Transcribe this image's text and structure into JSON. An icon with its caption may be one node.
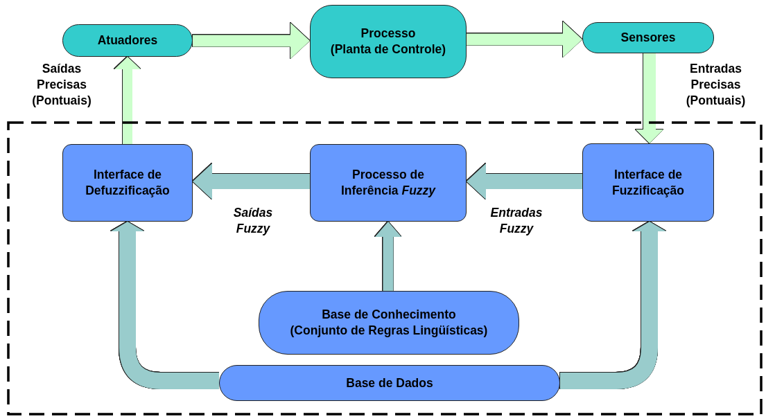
{
  "diagram": {
    "nodes": [
      {
        "text": [
          "Atuadores"
        ]
      },
      {
        "text": [
          "Processo (Planta de Controle)"
        ]
      },
      {
        "text": [
          "Sensores"
        ]
      },
      {
        "text": [],
        "shape": "box"
      },
      {
        "text": [
          "Interface de Defuzzificação"
        ],
        "in": 3
      },
      {
        "text": [
          "Processo de Inferência *Fuzzy*"
        ],
        "in": 3
      },
      {
        "text": [
          "Interface de Fuzzificação"
        ],
        "in": 3
      },
      {
        "text": [
          "Base de Conhecimento (Conjunto de Regras Lingüísticas)"
        ],
        "in": 3
      },
      {
        "text": [
          "Base de Dados"
        ],
        "in": 3
      }
    ],
    "edges": [
      {
        "from": 0,
        "to": 1,
        "arrow": "to",
        "color": "#ccffcc"
      },
      {
        "from": 1,
        "to": 2,
        "arrow": "to",
        "color": "#ccffcc"
      },
      {
        "from": 2,
        "to": 6,
        "arrow": "to",
        "color": "#ccffcc",
        "label": "Entradas Precisas (Pontuais)"
      },
      {
        "from": 4,
        "to": 0,
        "arrow": "to",
        "color": "#ccffcc",
        "label": "Saídas Precisas (Pontuais)"
      },
      {
        "from": 6,
        "to": 5,
        "arrow": "to",
        "label": "Entradas Fuzzy"
      },
      {
        "from": 5,
        "to": 4,
        "arrow": "to",
        "label": "Saídas Fuzzy"
      },
      {
        "from": 7,
        "to": 5,
        "arrow": "to"
      },
      {
        "from": 8,
        "to": 4,
        "arrow": "to"
      },
      {
        "from": 8,
        "to": 6,
        "arrow": "to"
      }
    ]
  }
}
